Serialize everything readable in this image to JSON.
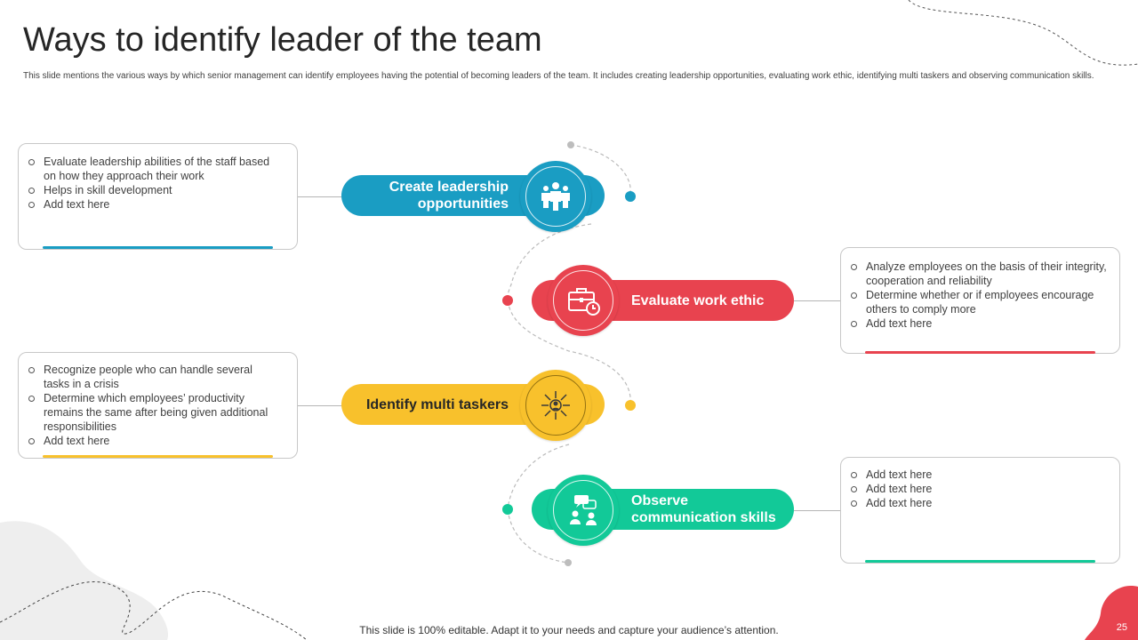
{
  "slide": {
    "title": "Ways to identify leader of the team",
    "subtitle": "This slide mentions the various ways by which senior management can identify employees having the potential of becoming leaders of the team. It includes creating leadership opportunities, evaluating work ethic, identifying multi taskers and observing communication skills.",
    "footer": "This slide is 100% editable. Adapt it to your needs and capture your audience’s attention.",
    "page_number": "25"
  },
  "colors": {
    "blue": "#1a9dc3",
    "red": "#e8434f",
    "yellow": "#f8c12c",
    "green": "#12c998"
  },
  "steps": [
    {
      "label_line1": "Create leadership",
      "label_line2": "opportunities",
      "icon": "team-leader-icon",
      "bullets": [
        "Evaluate leadership abilities of the staff based on how they approach their work",
        "Helps in skill development",
        "Add text here"
      ]
    },
    {
      "label": "Evaluate work ethic",
      "icon": "briefcase-clock-icon",
      "bullets": [
        "Analyze employees on the basis of their integrity, cooperation and reliability",
        "Determine whether or if employees encourage others to comply more",
        "Add text here"
      ]
    },
    {
      "label": "Identify multi taskers",
      "icon": "multitasker-icon",
      "bullets": [
        "Recognize people who can handle several tasks in a crisis",
        "Determine which employees’ productivity remains the same after being given additional responsibilities",
        "Add text here"
      ]
    },
    {
      "label_line1": "Observe",
      "label_line2": "communication skills",
      "icon": "communication-icon",
      "bullets": [
        "Add text here",
        "Add text here",
        "Add text here"
      ]
    }
  ]
}
